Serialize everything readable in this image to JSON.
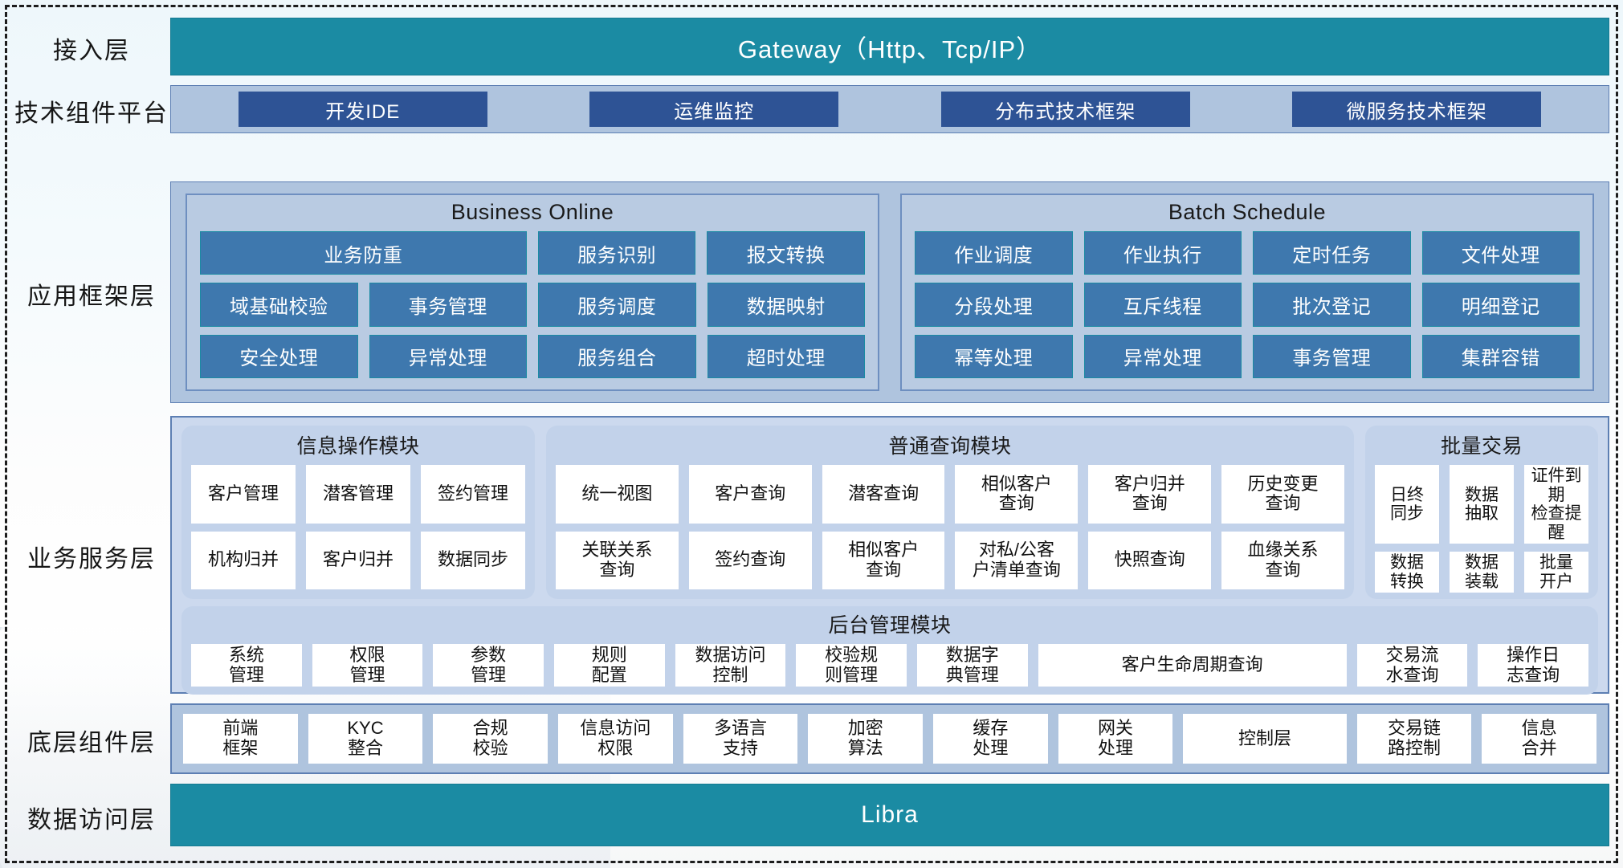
{
  "layers": {
    "access": {
      "label": "接入层",
      "bar": "Gateway（Http、Tcp/IP）"
    },
    "tech_platform": {
      "label": "技术组件平台",
      "items": [
        "开发IDE",
        "运维监控",
        "分布式技术框架",
        "微服务技术框架"
      ]
    },
    "app_framework": {
      "label": "应用框架层",
      "panels": [
        {
          "title": "Business Online",
          "rows": [
            [
              "业务防重",
              "服务识别",
              "报文转换"
            ],
            [
              "域基础校验",
              "事务管理",
              "服务调度",
              "数据映射"
            ],
            [
              "安全处理",
              "异常处理",
              "服务组合",
              "超时处理"
            ]
          ]
        },
        {
          "title": "Batch Schedule",
          "rows": [
            [
              "作业调度",
              "作业执行",
              "定时任务",
              "文件处理"
            ],
            [
              "分段处理",
              "互斥线程",
              "批次登记",
              "明细登记"
            ],
            [
              "幂等处理",
              "异常处理",
              "事务管理",
              "集群容错"
            ]
          ]
        }
      ]
    },
    "business_service": {
      "label": "业务服务层",
      "info_module": {
        "title": "信息操作模块",
        "rows": [
          [
            "客户管理",
            "潜客管理",
            "签约管理"
          ],
          [
            "机构归并",
            "客户归并",
            "数据同步"
          ]
        ]
      },
      "query_module": {
        "title": "普通查询模块",
        "rows": [
          [
            "统一视图",
            "客户查询",
            "潜客查询",
            "相似客户\n查询",
            "客户归并\n查询",
            "历史变更\n查询"
          ],
          [
            "关联关系\n查询",
            "签约查询",
            "相似客户\n查询",
            "对私/公客\n户清单查询",
            "快照查询",
            "血缘关系\n查询"
          ]
        ]
      },
      "batch_module": {
        "title": "批量交易",
        "rows": [
          [
            "日终\n同步",
            "数据\n抽取",
            "证件到期\n检查提醒"
          ],
          [
            "数据\n转换",
            "数据\n装载",
            "批量\n开户"
          ]
        ]
      },
      "admin_module": {
        "title": "后台管理模块",
        "items": [
          "系统\n管理",
          "权限\n管理",
          "参数\n管理",
          "规则\n配置",
          "数据访问\n控制",
          "校验规\n则管理",
          "数据字\n典管理",
          "客户生命周期查询",
          "交易流\n水查询",
          "操作日\n志查询"
        ]
      }
    },
    "base_component": {
      "label": "底层组件层",
      "items": [
        "前端\n框架",
        "KYC\n整合",
        "合规\n校验",
        "信息访问\n权限",
        "多语言\n支持",
        "加密\n算法",
        "缓存\n处理",
        "网关\n处理",
        "控制层",
        "交易链\n路控制",
        "信息\n合并"
      ]
    },
    "data_access": {
      "label": "数据访问层",
      "bar": "Libra"
    }
  },
  "colors": {
    "teal": "#1b8ba3",
    "dark_blue": "#2e5395",
    "band_blue": "#afc4de",
    "cell_blue": "#3e78ae",
    "panel_blue": "#c2d2ea",
    "bus_band": "#ccd9ee",
    "white_cell": "#ffffff"
  }
}
